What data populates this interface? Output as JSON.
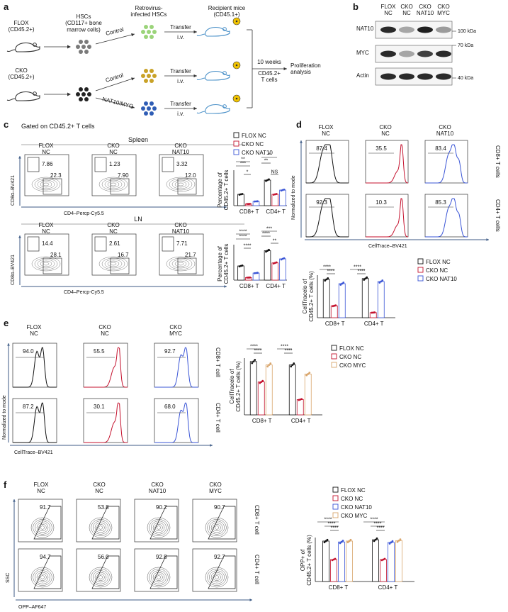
{
  "panel_a": {
    "letter": "a",
    "flox_label": "FLOX\n(CD45.2+)",
    "cko_label": "CKO\n(CD45.2+)",
    "hsc_label": "HSCs\n(CD117+ bone\nmarrow cells)",
    "retro_label": "Retrovirus-\ninfected HSCs",
    "recipient_label": "Recipient mice\n(CD45.1+)",
    "control": "Control",
    "nat10myc": "NAT10/MYC",
    "transfer": "Transfer",
    "iv": "i.v.",
    "weeks": "10 weeks",
    "cells": "CD45.2+\nT cells",
    "analysis": "Proliferation\nanalysis",
    "colors": {
      "green": "#9bd47a",
      "gold": "#c9a227",
      "blue": "#2f5db5",
      "mouse": "#4a90c8"
    }
  },
  "panel_b": {
    "letter": "b",
    "lanes": [
      "FLOX\nNC",
      "CKO\nNC",
      "CKO\nNAT10",
      "CKO\nMYC"
    ],
    "blots": [
      "NAT10",
      "MYC",
      "Actin"
    ],
    "markers": [
      "100 kDa",
      "70 kDa",
      "40 kDa"
    ]
  },
  "panel_c": {
    "letter": "c",
    "gate": "Gated on CD45.2+ T cells",
    "spleen": "Spleen",
    "ln": "LN",
    "cols": [
      "FLOX\nNC",
      "CKO\nNC",
      "CKO\nNAT10"
    ],
    "spleen_vals": [
      [
        "7.86",
        "22.3"
      ],
      [
        "1.23",
        "7.90"
      ],
      [
        "3.32",
        "12.0"
      ]
    ],
    "ln_vals": [
      [
        "14.4",
        "28.1"
      ],
      [
        "2.61",
        "16.7"
      ],
      [
        "7.71",
        "21.7"
      ]
    ],
    "xaxis": "CD4–Percp-Cy5.5",
    "yaxis": "CD8α–BV421",
    "bar_ylabel": "Percentage of\nCD45.2+ T cells",
    "legend": [
      "FLOX NC",
      "CKO NC",
      "CKO NAT10"
    ],
    "groups": [
      "CD8+ T",
      "CD4+ T"
    ],
    "spleen_sig": [
      "**",
      "***",
      "*",
      "*",
      "**",
      "NS"
    ],
    "ln_sig": [
      "****",
      "****",
      "****",
      "***",
      "****",
      "**"
    ]
  },
  "panel_d": {
    "letter": "d",
    "cols": [
      "FLOX\nNC",
      "CKO\nNC",
      "CKO\nNAT10"
    ],
    "cd8_vals": [
      "87.4",
      "35.5",
      "83.4"
    ],
    "cd4_vals": [
      "92.3",
      "10.3",
      "85.3"
    ],
    "row_labels": [
      "CD8+ T cells",
      "CD4+ T cells"
    ],
    "yaxis": "Normalized to mode",
    "xaxis": "CellTrace–BV421",
    "bar_ylabel": "CellTracelo of\nCD45.2+ T cells (%)",
    "legend": [
      "FLOX NC",
      "CKO NC",
      "CKO NAT10"
    ],
    "groups": [
      "CD8+ T",
      "CD4+ T"
    ],
    "sig": [
      "****",
      "****",
      "****",
      "****"
    ]
  },
  "panel_e": {
    "letter": "e",
    "cols": [
      "FLOX\nNC",
      "CKO\nNC",
      "CKO\nMYC"
    ],
    "cd8_vals": [
      "94.0",
      "55.5",
      "92.7"
    ],
    "cd4_vals": [
      "87.2",
      "30.1",
      "68.0"
    ],
    "row_labels": [
      "CD8+ T cell",
      "CD4+ T cell"
    ],
    "yaxis": "Normalized to mode",
    "xaxis": "CellTrace–BV421",
    "bar_ylabel": "CellTracelo of\nCD45.2+ T cells (%)",
    "legend": [
      "FLOX NC",
      "CKO NC",
      "CKO MYC"
    ],
    "groups": [
      "CD8+ T",
      "CD4+ T"
    ],
    "sig": [
      "****",
      "****",
      "****",
      "****"
    ]
  },
  "panel_f": {
    "letter": "f",
    "cols": [
      "FLOX\nNC",
      "CKO\nNC",
      "CKO\nNAT10",
      "CKO\nMYC"
    ],
    "cd8_vals": [
      "91.7",
      "53.8",
      "90.2",
      "90.7"
    ],
    "cd4_vals": [
      "94.7",
      "56.0",
      "92.8",
      "92.7"
    ],
    "row_labels": [
      "CD8+ T cell",
      "CD4+ T cell"
    ],
    "yaxis": "SSC",
    "xaxis": "OPP–AF647",
    "bar_ylabel": "OPP+ of\nCD45.2+ T cells (%)",
    "legend": [
      "FLOX NC",
      "CKO NC",
      "CKO NAT10",
      "CKO MYC"
    ],
    "groups": [
      "CD8+ T",
      "CD4+ T"
    ],
    "sig": [
      "****",
      "****",
      "****",
      "****",
      "****",
      "****"
    ]
  },
  "colors": {
    "flox": "#111111",
    "cko": "#c4122e",
    "nat10": "#3a55d6",
    "myc": "#d8a46a",
    "axis": "#3c5a85"
  },
  "chart_data": [
    {
      "type": "bar",
      "panel": "c-spleen",
      "categories": [
        "CD8+ T",
        "CD4+ T"
      ],
      "ylim": [
        0,
        25
      ],
      "series": [
        {
          "name": "FLOX NC",
          "values": [
            8,
            18
          ]
        },
        {
          "name": "CKO NC",
          "values": [
            1.2,
            8
          ]
        },
        {
          "name": "CKO NAT10",
          "values": [
            3,
            11
          ]
        }
      ]
    },
    {
      "type": "bar",
      "panel": "c-ln",
      "categories": [
        "CD8+ T",
        "CD4+ T"
      ],
      "ylim": [
        0,
        35
      ],
      "series": [
        {
          "name": "FLOX NC",
          "values": [
            14,
            29
          ]
        },
        {
          "name": "CKO NC",
          "values": [
            2.5,
            17
          ]
        },
        {
          "name": "CKO NAT10",
          "values": [
            7,
            21
          ]
        }
      ]
    },
    {
      "type": "bar",
      "panel": "d",
      "categories": [
        "CD8+ T",
        "CD4+ T"
      ],
      "ylim": [
        0,
        100
      ],
      "series": [
        {
          "name": "FLOX NC",
          "values": [
            90,
            92
          ]
        },
        {
          "name": "CKO NC",
          "values": [
            28,
            12
          ]
        },
        {
          "name": "CKO NAT10",
          "values": [
            80,
            85
          ]
        }
      ]
    },
    {
      "type": "bar",
      "panel": "e",
      "categories": [
        "CD8+ T",
        "CD4+ T"
      ],
      "ylim": [
        0,
        100
      ],
      "series": [
        {
          "name": "FLOX NC",
          "values": [
            94,
            88
          ]
        },
        {
          "name": "CKO NC",
          "values": [
            58,
            27
          ]
        },
        {
          "name": "CKO MYC",
          "values": [
            88,
            72
          ]
        }
      ]
    },
    {
      "type": "bar",
      "panel": "f",
      "categories": [
        "CD8+ T",
        "CD4+ T"
      ],
      "ylim": [
        0,
        100
      ],
      "series": [
        {
          "name": "FLOX NC",
          "values": [
            92,
            95
          ]
        },
        {
          "name": "CKO NC",
          "values": [
            50,
            50
          ]
        },
        {
          "name": "CKO NAT10",
          "values": [
            90,
            89
          ]
        },
        {
          "name": "CKO MYC",
          "values": [
            92,
            93
          ]
        }
      ]
    }
  ]
}
